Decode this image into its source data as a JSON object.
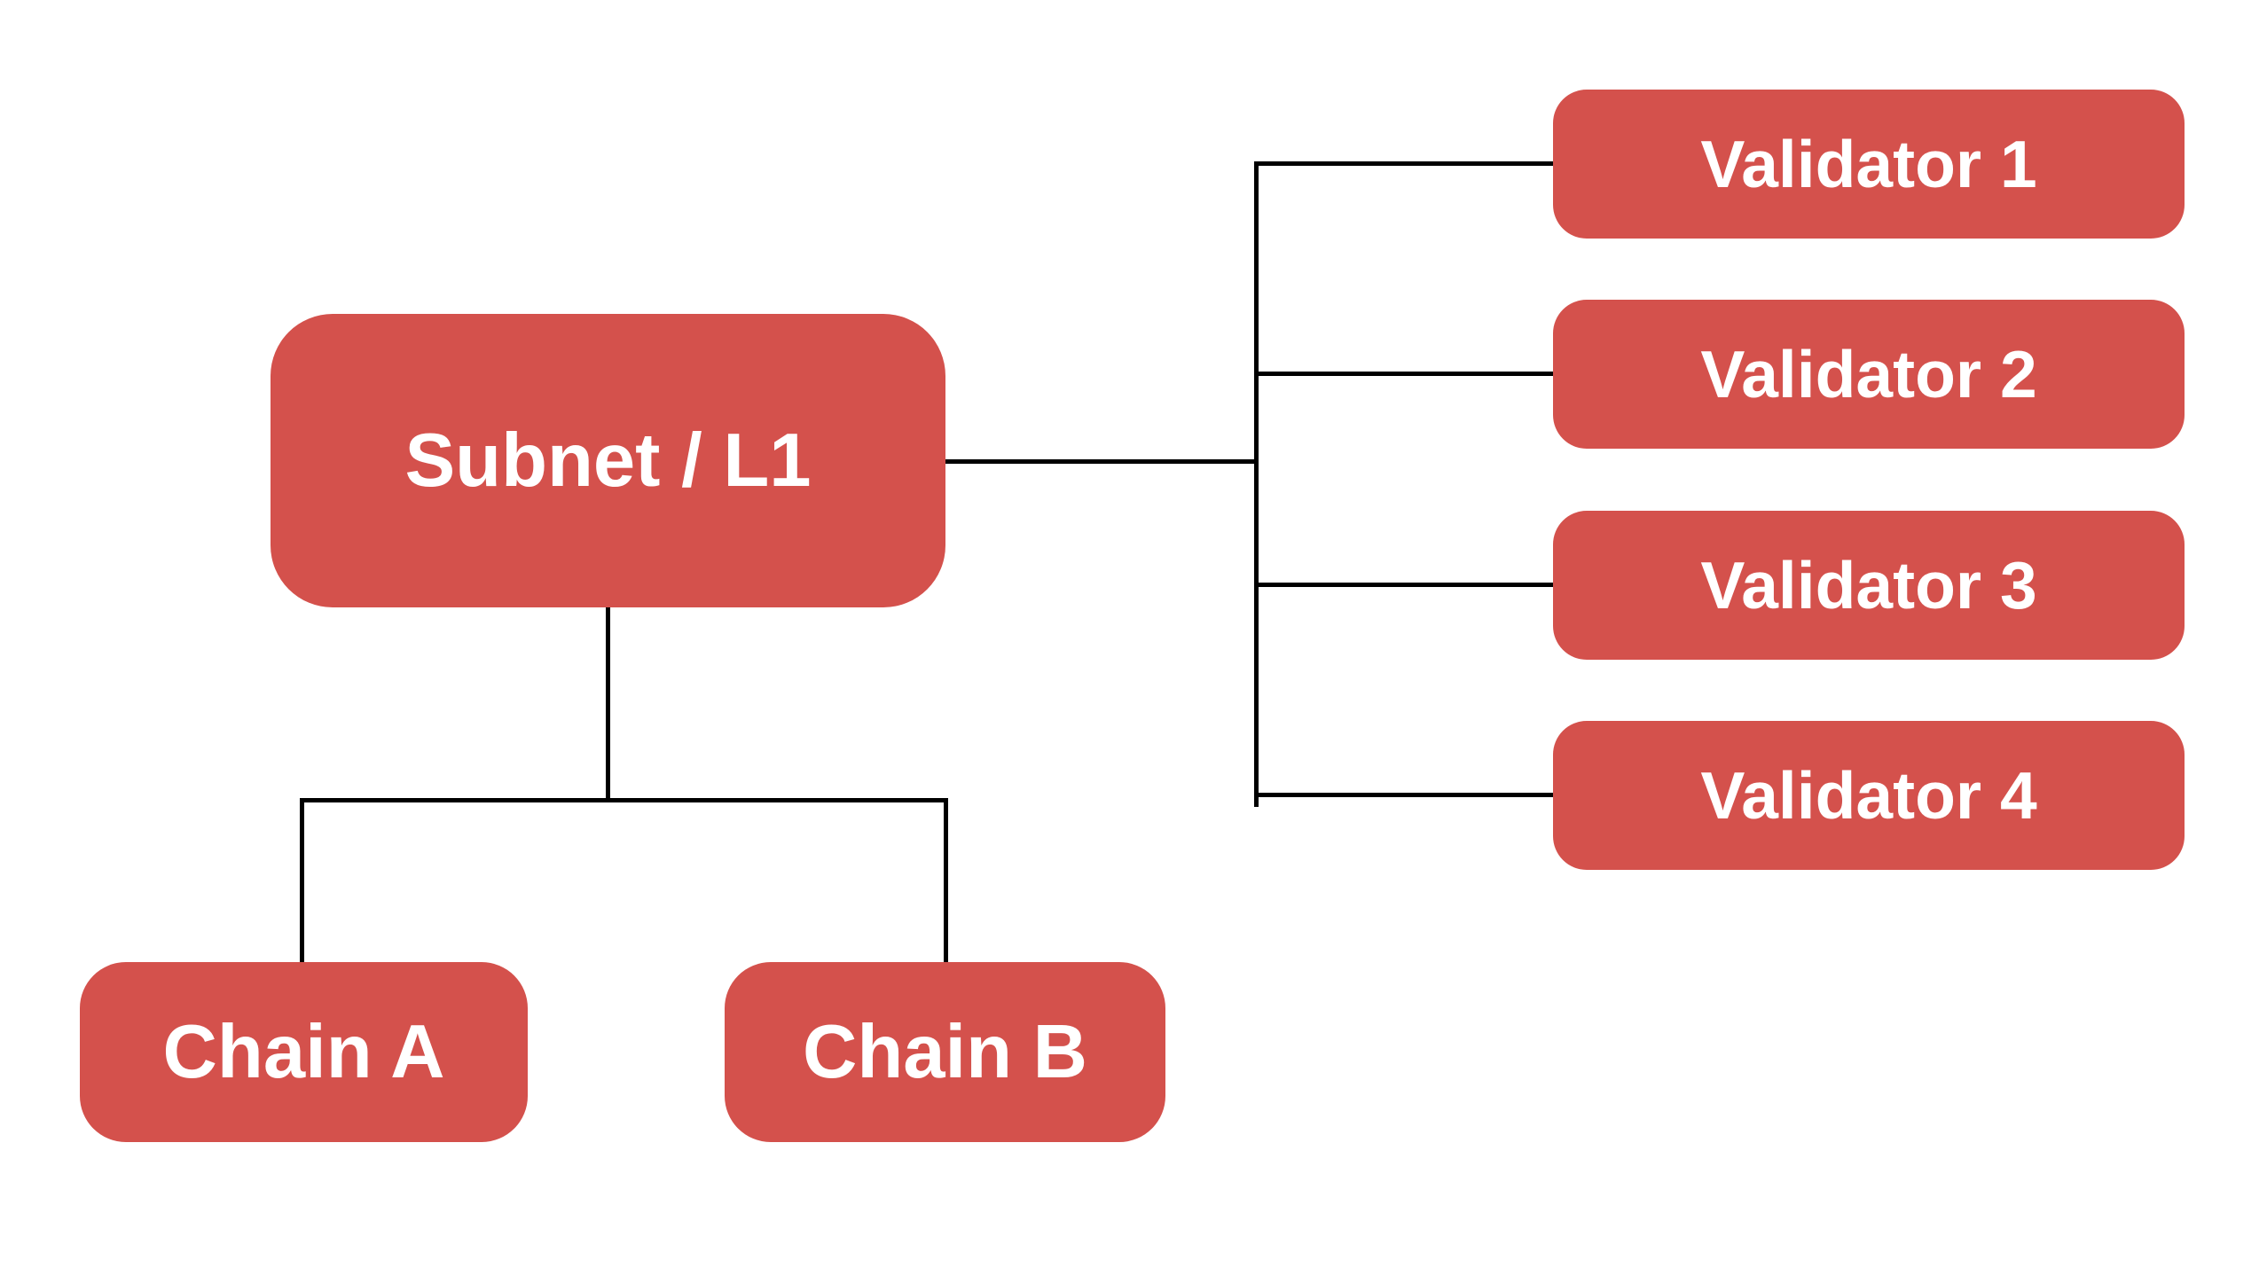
{
  "colors": {
    "background": "#ffffff",
    "node_fill": "#d4514c",
    "node_text": "#ffffff",
    "connector": "#000000"
  },
  "nodes": {
    "subnet": {
      "label": "Subnet / L1"
    },
    "validators": [
      {
        "label": "Validator 1"
      },
      {
        "label": "Validator 2"
      },
      {
        "label": "Validator 3"
      },
      {
        "label": "Validator 4"
      }
    ],
    "chains": [
      {
        "label": "Chain A"
      },
      {
        "label": "Chain B"
      }
    ]
  },
  "edges": [
    {
      "from": "Subnet / L1",
      "to": "Validator 1"
    },
    {
      "from": "Subnet / L1",
      "to": "Validator 2"
    },
    {
      "from": "Subnet / L1",
      "to": "Validator 3"
    },
    {
      "from": "Subnet / L1",
      "to": "Validator 4"
    },
    {
      "from": "Subnet / L1",
      "to": "Chain A"
    },
    {
      "from": "Subnet / L1",
      "to": "Chain B"
    }
  ]
}
